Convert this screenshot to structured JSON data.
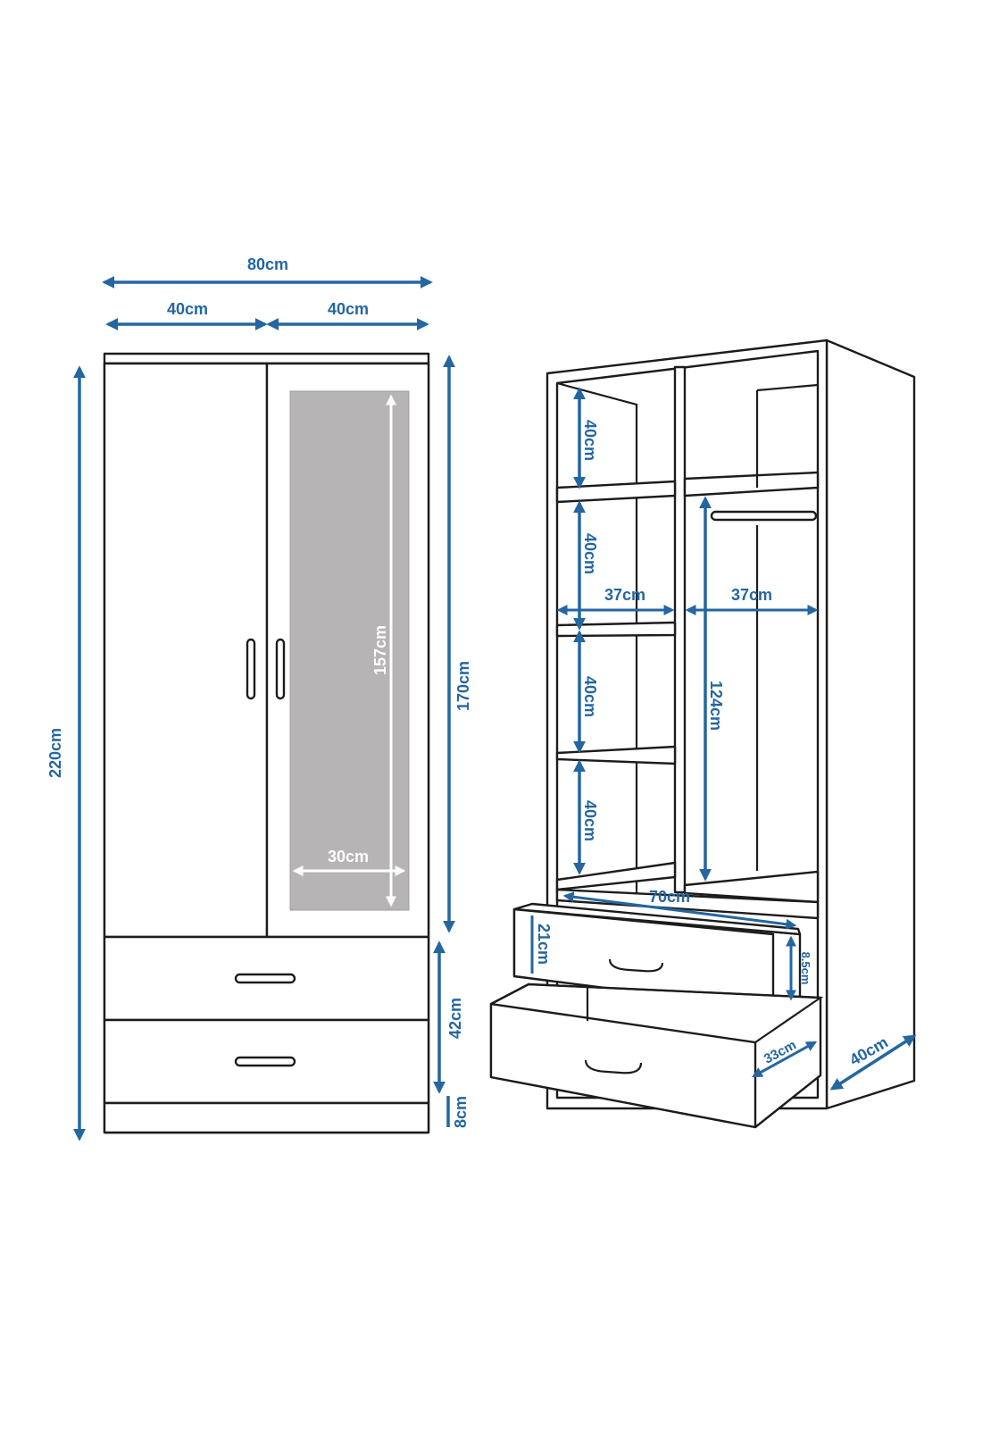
{
  "front_view": {
    "total_width": "80cm",
    "left_door_width": "40cm",
    "right_door_width": "40cm",
    "total_height": "220cm",
    "door_height": "170cm",
    "drawers_height": "42cm",
    "plinth_height": "8cm",
    "mirror_height": "157cm",
    "mirror_width": "30cm"
  },
  "interior_view": {
    "shelf_height_1": "40cm",
    "shelf_height_2": "40cm",
    "shelf_height_3": "40cm",
    "shelf_height_4": "40cm",
    "shelf_section_width": "37cm",
    "hanging_section_width": "37cm",
    "hanging_height": "124cm",
    "drawer_width": "70cm",
    "drawer_height": "21cm",
    "drawer_inner_height": "8.5cm",
    "drawer_depth": "33cm",
    "cabinet_depth": "40cm"
  },
  "colors": {
    "dimension": "#2466a0",
    "outline": "#1c1c1c",
    "mirror": "#b6b4b4"
  }
}
